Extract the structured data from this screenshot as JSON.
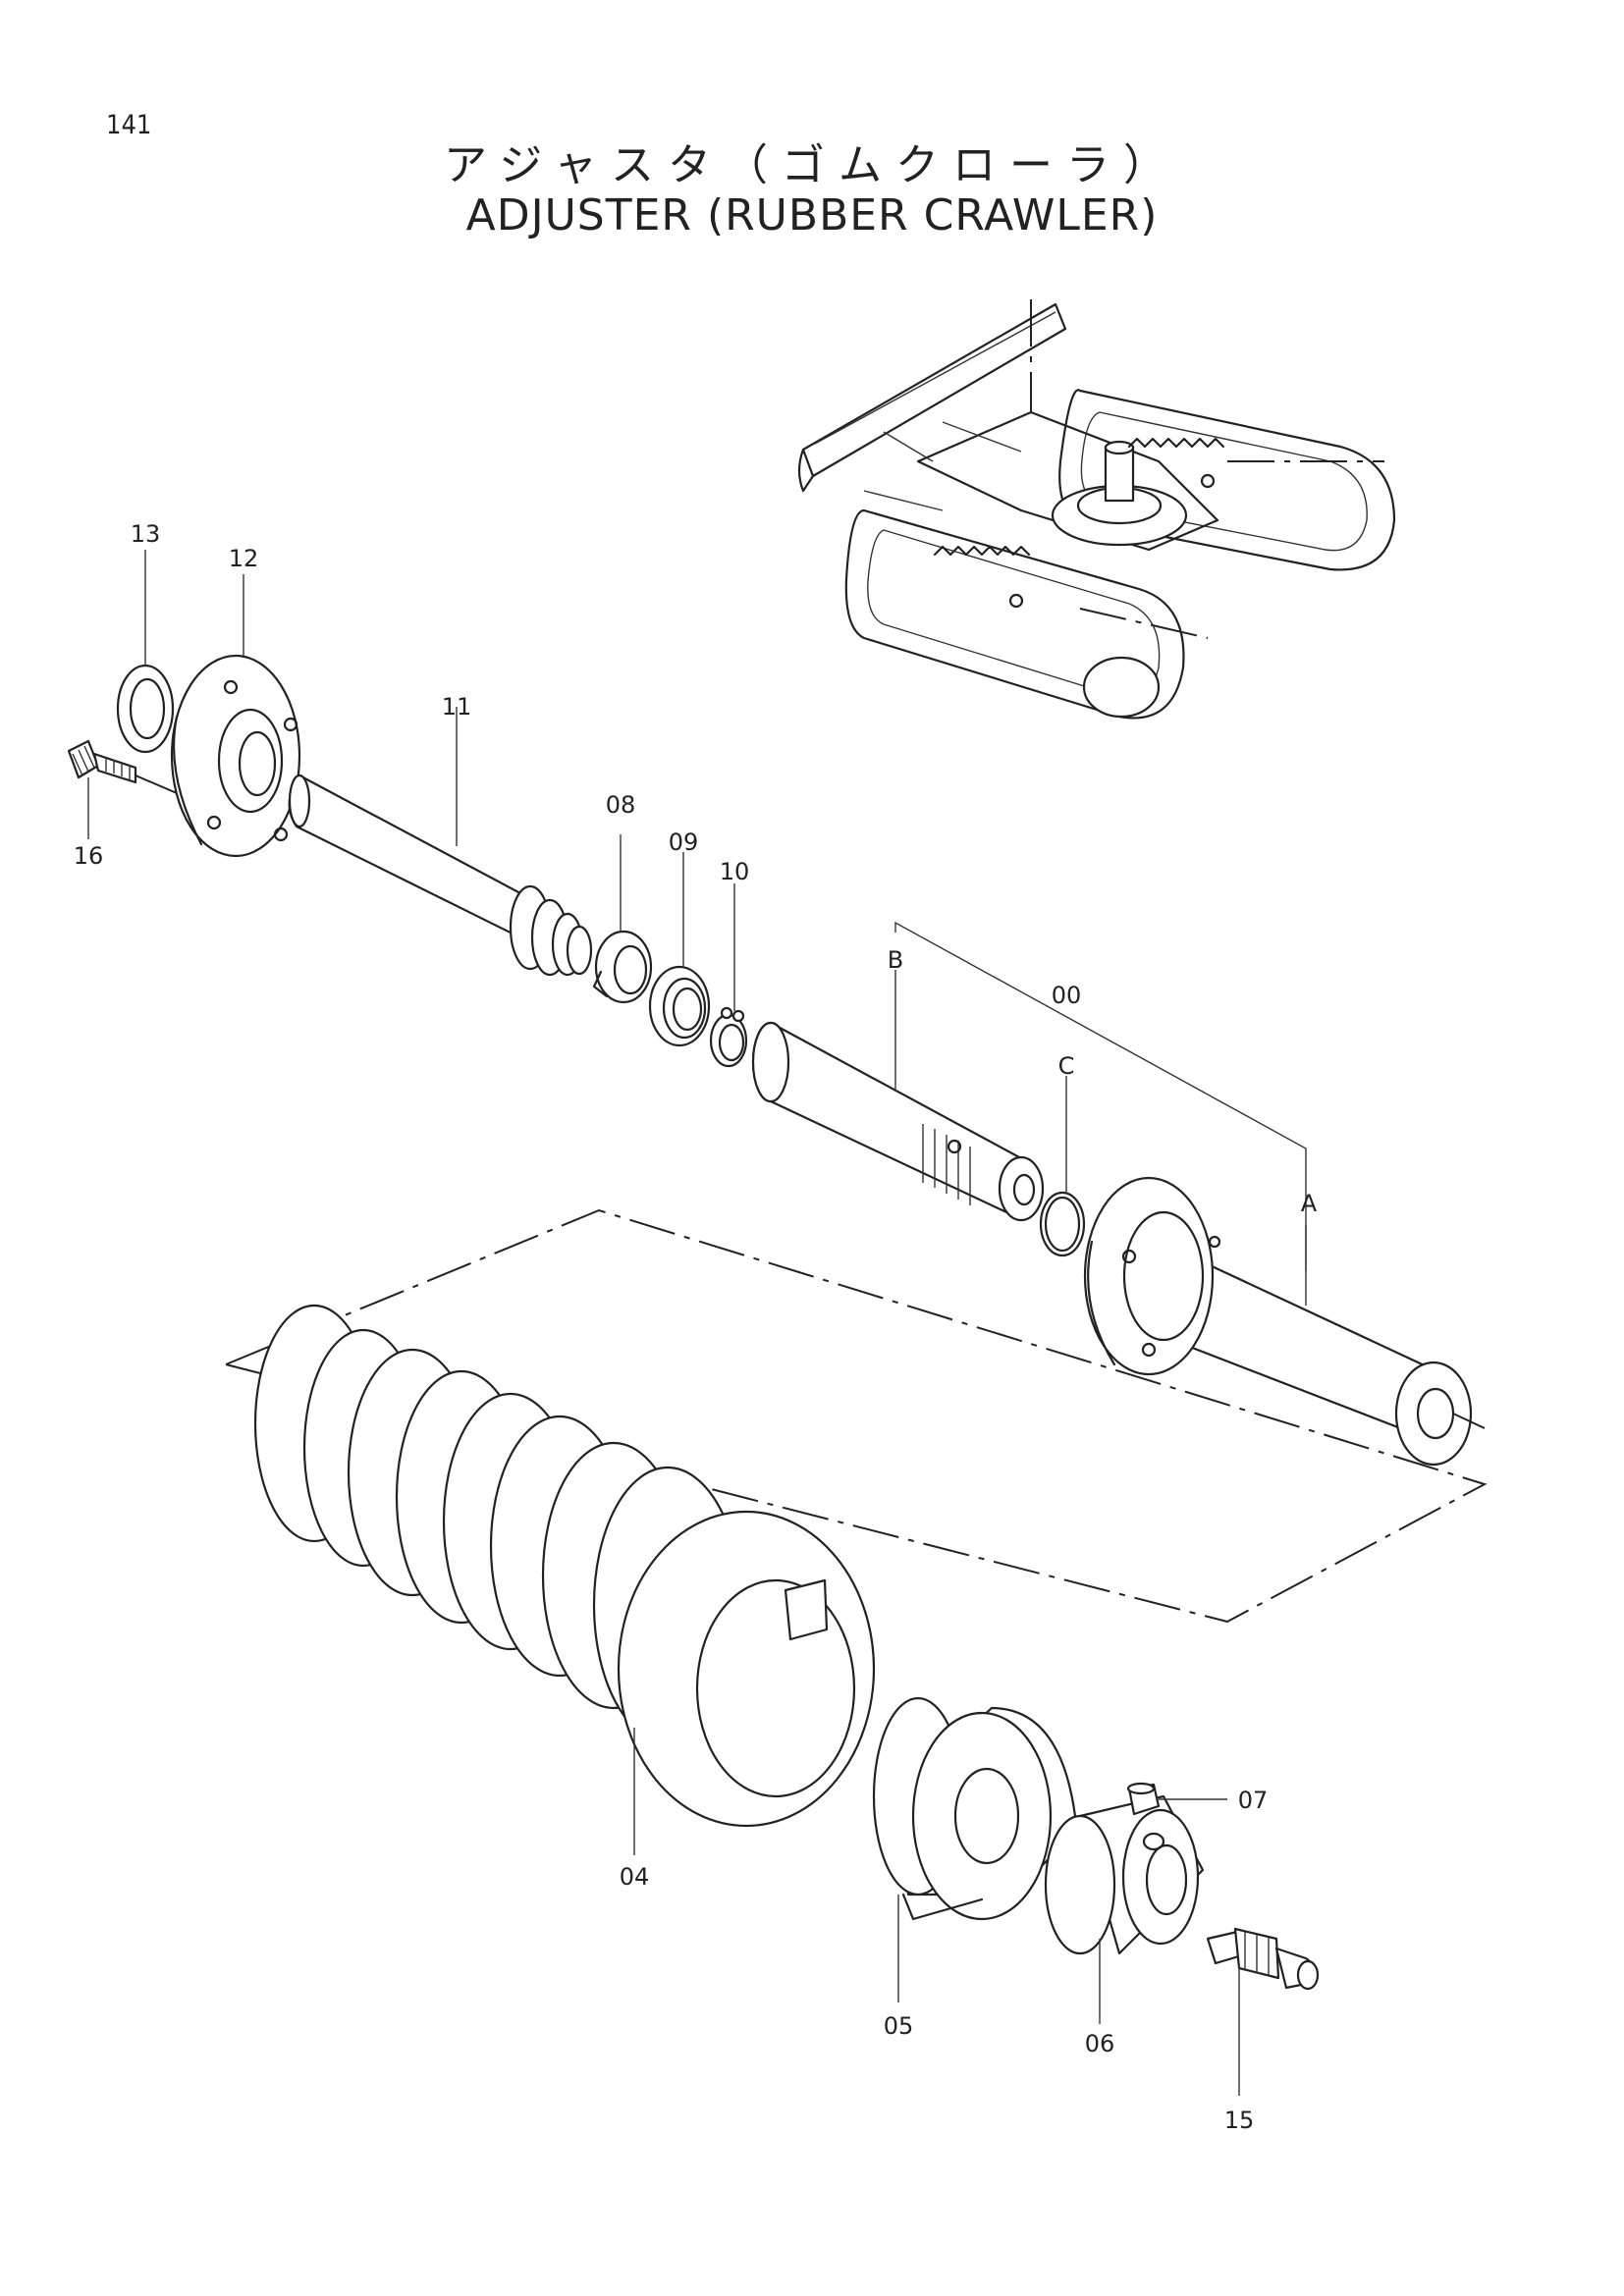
{
  "page": {
    "number": "141",
    "title_ja": "アジャスタ（ゴムクローラ）",
    "title_en": "ADJUSTER (RUBBER CRAWLER)"
  },
  "callouts": {
    "c13": "13",
    "c12": "12",
    "c16": "16",
    "c11": "11",
    "c08": "08",
    "c09": "09",
    "c10": "10",
    "cB": "B",
    "c00": "00",
    "cC": "C",
    "cA": "A",
    "c07": "07",
    "c04": "04",
    "c05": "05",
    "c06": "06",
    "c15": "15"
  }
}
